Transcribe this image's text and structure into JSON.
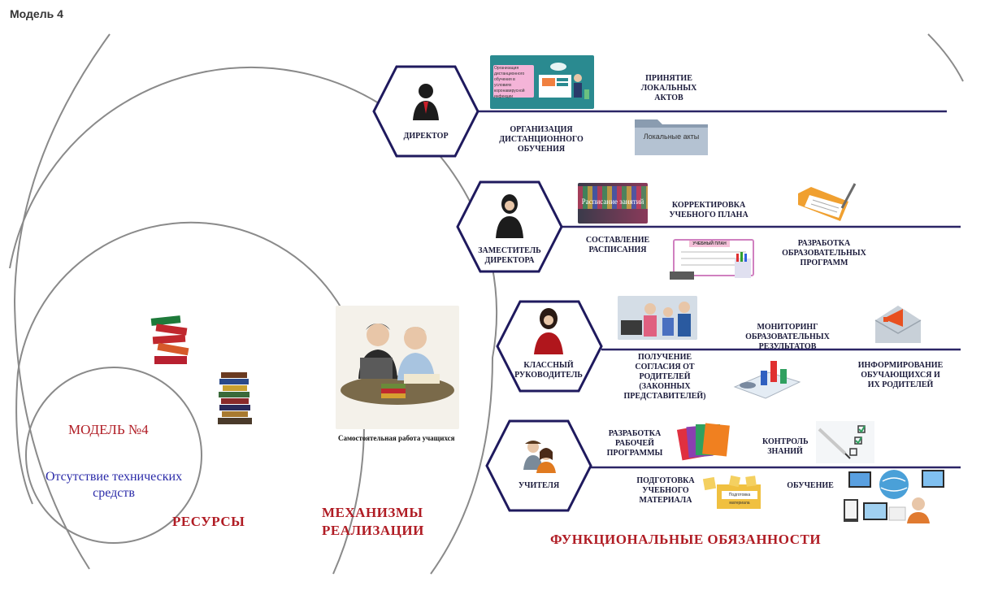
{
  "page_title": "Модель 4",
  "circles": {
    "model_label": "МОДЕЛЬ №4",
    "absence_label": "Отсутствие технических средств",
    "resources_label": "РЕСУРСЫ",
    "mechanisms_label": "МЕХАНИЗМЫ РЕАЛИЗАЦИИ",
    "students_caption": "Самостоятельная работа учащихся",
    "functions_label": "ФУНКЦИОНАЛЬНЫЕ ОБЯЗАННОСТИ"
  },
  "roles": {
    "director": {
      "name": "ДИРЕКТОР",
      "duties": [
        "ПРИНЯТИЕ ЛОКАЛЬНЫХ АКТОВ",
        "ОРГАНИЗАЦИЯ ДИСТАНЦИОННОГО ОБУЧЕНИЯ"
      ],
      "thumb_text": "Организация дистанционного обучения в условиях коронавирусной инфекции",
      "folder_text": "Локальные акты"
    },
    "deputy": {
      "name": "ЗАМЕСТИТЕЛЬ ДИРЕКТОРА",
      "duties": [
        "КОРРЕКТИРОВКА УЧЕБНОГО ПЛАНА",
        "СОСТАВЛЕНИЕ РАСПИСАНИЯ",
        "РАЗРАБОТКА ОБРАЗОВАТЕЛЬНЫХ ПРОГРАММ"
      ],
      "schedule_text": "Расписание занятий",
      "plan_text": "УЧЕБНЫЙ ПЛАН"
    },
    "class_teacher": {
      "name": "КЛАССНЫЙ РУКОВОДИТЕЛЬ",
      "duties": [
        "МОНИТОРИНГ ОБРАЗОВАТЕЛЬНЫХ РЕЗУЛЬТАТОВ",
        "ПОЛУЧЕНИЕ СОГЛАСИЯ ОТ РОДИТЕЛЕЙ (ЗАКОННЫХ ПРЕДСТАВИТЕЛЕЙ)",
        "ИНФОРМИРОВАНИЕ ОБУЧАЮЩИХСЯ И ИХ РОДИТЕЛЕЙ"
      ]
    },
    "teachers": {
      "name": "УЧИТЕЛЯ",
      "duties": [
        "РАЗРАБОТКА РАБОЧЕЙ ПРОГРАММЫ",
        "КОНТРОЛЬ ЗНАНИЙ",
        "ПОДГОТОВКА УЧЕБНОГО МАТЕРИАЛА",
        "ОБУЧЕНИЕ"
      ],
      "material_text": "Подготовка материала"
    }
  },
  "colors": {
    "hexagon_stroke": "#1f1a5e",
    "line": "#2b2566",
    "red": "#b01c24",
    "blue": "#2a2aa8",
    "circle": "#8a8a8a"
  }
}
